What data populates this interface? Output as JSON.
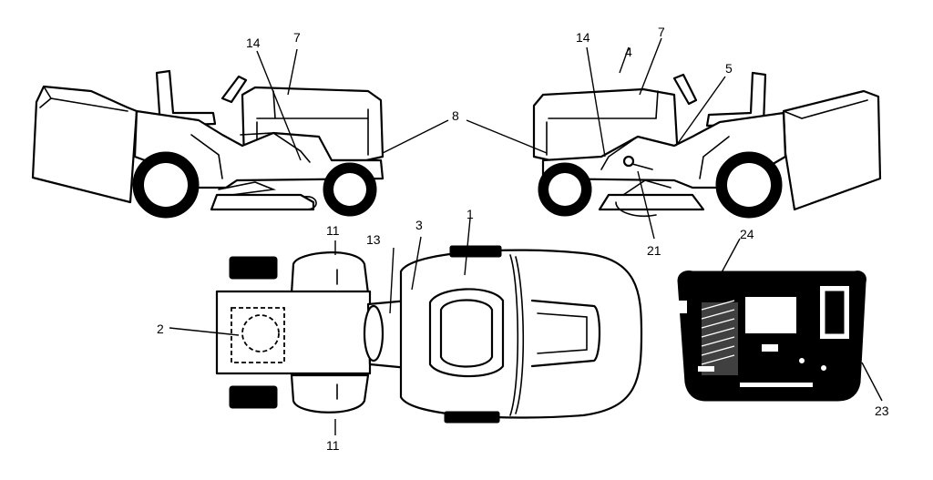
{
  "callouts": {
    "c14a": "14",
    "c7a": "7",
    "c8": "8",
    "c14b": "14",
    "c4": "4",
    "c7b": "7",
    "c5": "5",
    "c21": "21",
    "c11a": "11",
    "c13": "13",
    "c3": "3",
    "c1": "1",
    "c2": "2",
    "c11b": "11",
    "c24": "24",
    "c23": "23"
  }
}
